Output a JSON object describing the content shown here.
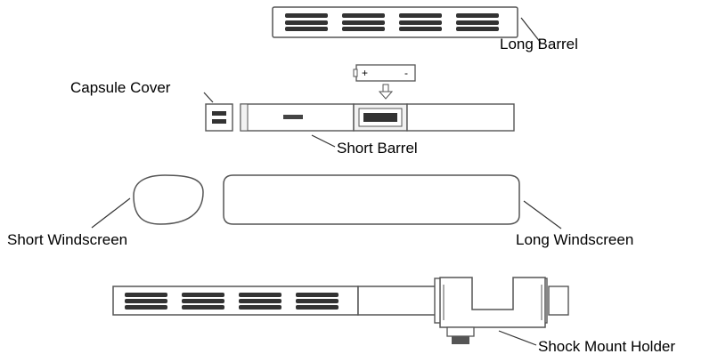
{
  "diagram": {
    "labels": {
      "long_barrel": "Long Barrel",
      "capsule_cover": "Capsule Cover",
      "short_barrel": "Short  Barrel",
      "short_windscreen": "Short Windscreen",
      "long_windscreen": "Long Windscreen",
      "shock_mount_holder": "Shock Mount Holder"
    },
    "battery": {
      "plus": "+",
      "minus": "-"
    },
    "colors": {
      "stroke": "#555555",
      "slot": "#333333",
      "fill": "#ffffff",
      "shade": "#f2f2f2"
    }
  }
}
